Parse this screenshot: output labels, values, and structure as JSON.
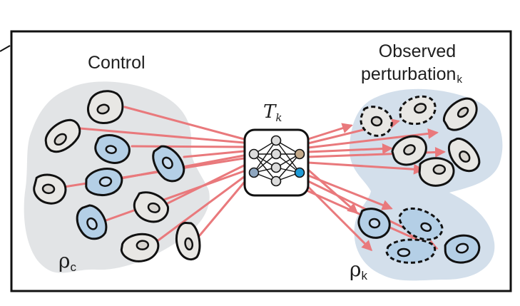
{
  "labels": {
    "control": "Control",
    "observed_line1": "Observed",
    "observed_line2": "perturbation",
    "observed_subscript": "k",
    "transport_symbol": "T",
    "transport_subscript": "k",
    "rho_control": "ρ",
    "rho_control_subscript": "c",
    "rho_perturbed": "ρ",
    "rho_perturbed_subscript": "k"
  },
  "colors": {
    "frame": "#111111",
    "control_region": "#e2e4e6",
    "perturbed_region": "#d3dfeb",
    "arrow": "#e9797c",
    "cell_fill": "#e8e7e4",
    "cell_fill_blue": "#b4cfe6",
    "nucleus_fill": "#d7d4cf",
    "network_node": "#dcdcdc",
    "network_node_tan": "#c4aa8a",
    "network_node_blue": "#1f9ad6",
    "network_node_steel": "#8fa7c0"
  },
  "icons": {
    "network": "neural-network-icon",
    "cell": "cell-icon"
  }
}
